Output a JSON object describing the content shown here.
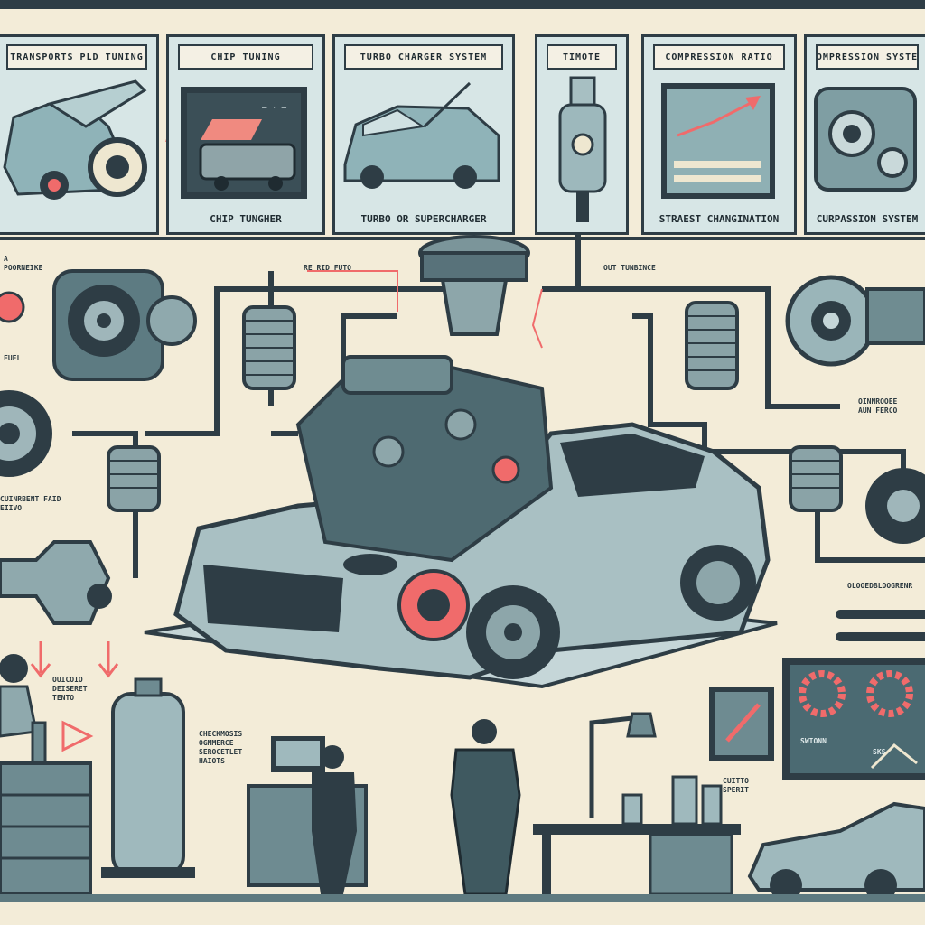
{
  "panels": [
    {
      "title": "TRANSPORTS PLD TUNING",
      "caption": ""
    },
    {
      "title": "CHIP TUNING",
      "caption": "CHIP TUNGHER"
    },
    {
      "title": "TURBO CHARGER SYSTEM",
      "caption": "TURBO OR SUPERCHARGER"
    },
    {
      "title": "TIMOTE",
      "caption": ""
    },
    {
      "title": "COMPRESSION RATIO",
      "caption": "STRAEST CHANGINATION"
    },
    {
      "title": "COMPRESSION SYSTEM",
      "caption": "CURPASSION SYSTEM"
    }
  ],
  "labels": {
    "top_left": "A\nPOORNEIKE",
    "fuel": "FUEL",
    "center_top": "RE RID FUTO",
    "right_top": "OUT TUNBINCE",
    "right_mid": "OINNROOEE\nAUN FERCO",
    "left_mid": "CUINRBENT FAID\nEIIVO",
    "right_low": "OLOOEDBLOOGRENR",
    "bench_left": "OUICOIO\nDEISERET\nTENTO",
    "center_low": "CHECKMOSIS\nOGMMERCE\nSEROCETLET\nHAIOTS",
    "bench_right": "CUITTO\nSPERIT"
  },
  "monitor": {
    "text": "SWIONN",
    "sub": "SKS"
  },
  "colors": {
    "accent": "#f06b6b",
    "panel": "#d7e6e6",
    "ink": "#2e3d45",
    "background": "#f3ecd8"
  }
}
